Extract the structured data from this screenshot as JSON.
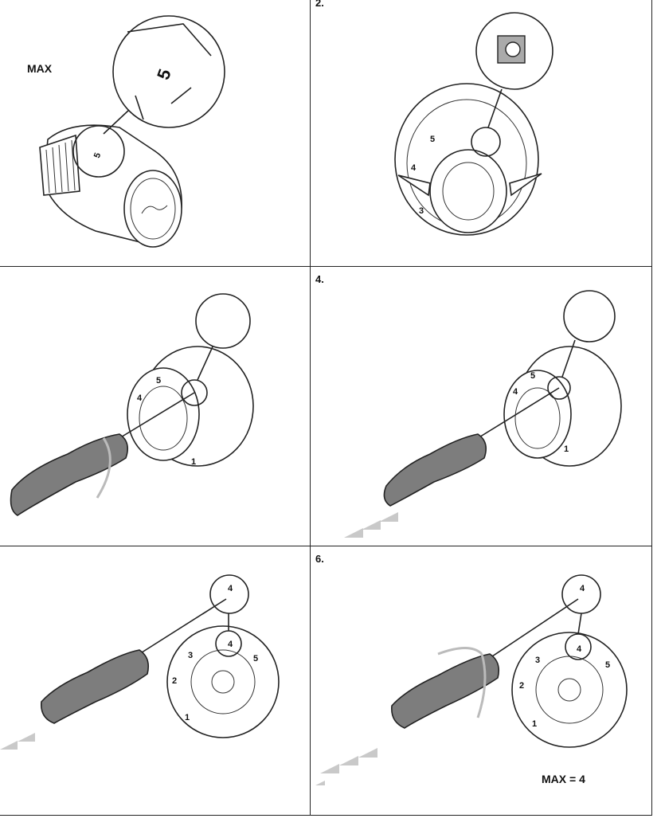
{
  "panels": [
    {
      "id": 1,
      "step": "",
      "label": "MAX",
      "dial": [
        "5"
      ]
    },
    {
      "id": 2,
      "step": "2.",
      "label": "",
      "dial": [
        "5",
        "4",
        "3"
      ]
    },
    {
      "id": 3,
      "step": "",
      "label": "",
      "dial": [
        "4",
        "5",
        "1"
      ]
    },
    {
      "id": 4,
      "step": "4.",
      "label": "",
      "dial": [
        "4",
        "5",
        "1"
      ]
    },
    {
      "id": 5,
      "step": "",
      "label": "",
      "dial": [
        "4",
        "4",
        "3",
        "5",
        "2",
        "1"
      ]
    },
    {
      "id": 6,
      "step": "6.",
      "label": "MAX = 4",
      "dial": [
        "4",
        "4",
        "3",
        "5",
        "2",
        "1"
      ]
    }
  ],
  "colors": {
    "line": "#222222",
    "handle": "#7d7d7d",
    "motion_arrows": "#c9c9c9"
  },
  "icons": [
    "thermostat-sensor-icon",
    "magnifier-callout-icon",
    "screwdriver-icon",
    "rotation-arrow-icon",
    "push-arrow-icon"
  ]
}
